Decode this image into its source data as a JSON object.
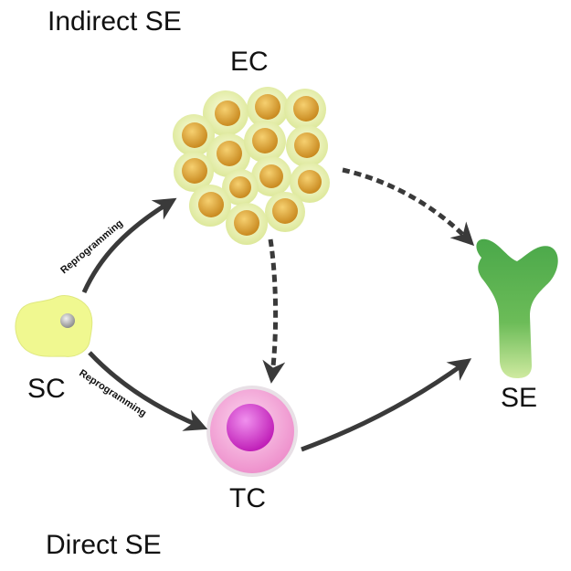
{
  "labels": {
    "indirect_title": "Indirect SE",
    "direct_title": "Direct SE",
    "ec": "EC",
    "sc": "SC",
    "tc": "TC",
    "se": "SE",
    "reprogramming_upper": "Reprogramming",
    "reprogramming_lower": "Reprogramming"
  },
  "colors": {
    "ec_outer": "#e8f0a8",
    "ec_inner": "#e0a030",
    "sc_body": "#f0f890",
    "sc_nucleus": "#b8b8b8",
    "tc_outer": "#f5a8d8",
    "tc_inner": "#d040c8",
    "se_top": "#50b050",
    "se_bottom": "#c8e890",
    "arrow": "#3a3a3a"
  }
}
